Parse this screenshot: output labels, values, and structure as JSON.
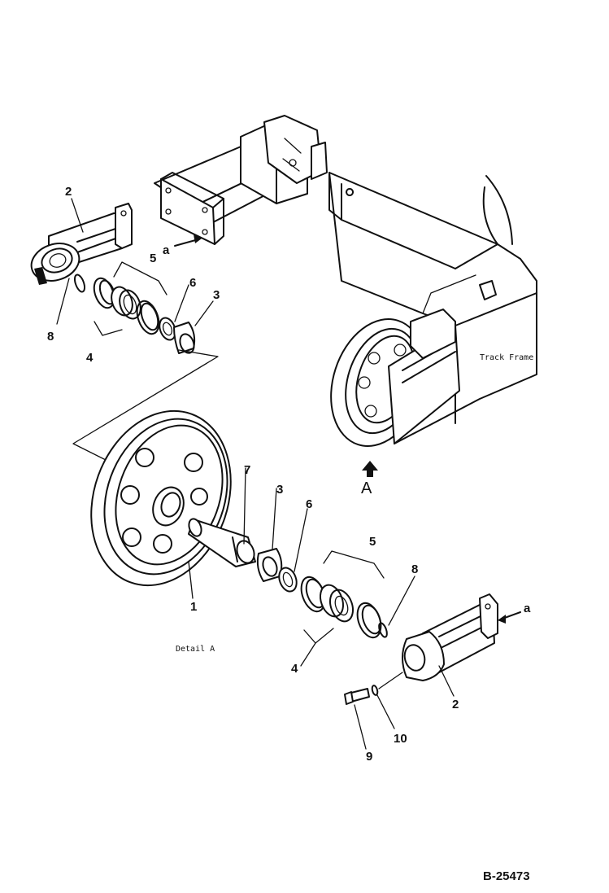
{
  "callouts": {
    "c1": "1",
    "c2_top": "2",
    "c2_bottom": "2",
    "c3_top": "3",
    "c3_bottom": "3",
    "c4_top": "4",
    "c4_bottom": "4",
    "c5_top": "5",
    "c5_bottom": "5",
    "c6_top": "6",
    "c6_bottom": "6",
    "c7": "7",
    "c8_top": "8",
    "c8_bottom": "8",
    "c9": "9",
    "c10": "10"
  },
  "reference_marks": {
    "a_top": "a",
    "a_bottom": "a",
    "view_arrow": "A"
  },
  "labels": {
    "track_frame": "Track Frame",
    "detail": "Detail A"
  },
  "drawing_code": "B-25473"
}
